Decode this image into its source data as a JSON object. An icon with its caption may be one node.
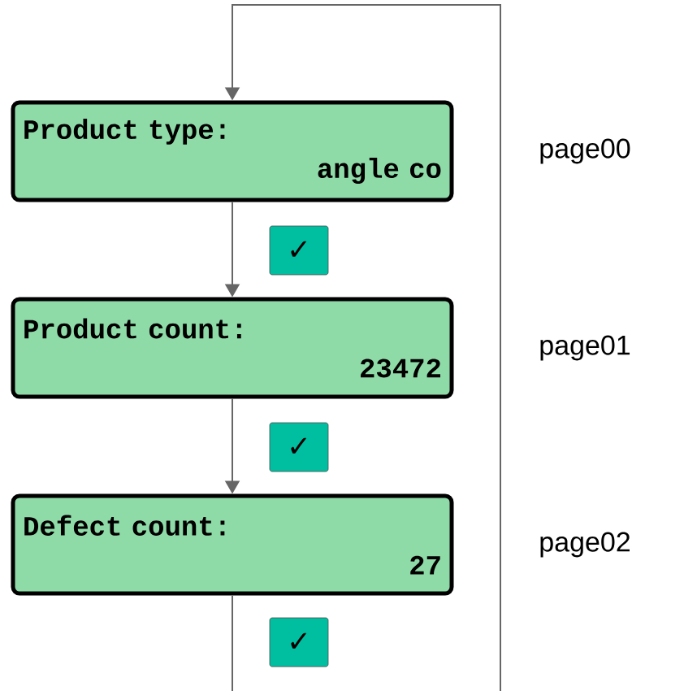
{
  "diagram": {
    "nodes": [
      {
        "text": [
          "Product type:",
          "angle co"
        ],
        "beside": [
          "page00"
        ]
      },
      {
        "text": [
          "Product count:",
          "23472"
        ],
        "beside": [
          "page01"
        ]
      },
      {
        "text": [
          "Defect count:",
          "27"
        ],
        "beside": [
          "page02"
        ]
      }
    ],
    "edges": [
      {
        "from": 0,
        "to": 1,
        "arrow": "to",
        "label": "✓"
      },
      {
        "from": 1,
        "to": 2,
        "arrow": "to",
        "label": "✓"
      },
      {
        "from": 2,
        "to": null,
        "arrow": "none",
        "label": "✓"
      },
      {
        "from": null,
        "to": 0,
        "arrow": "to"
      }
    ]
  }
}
